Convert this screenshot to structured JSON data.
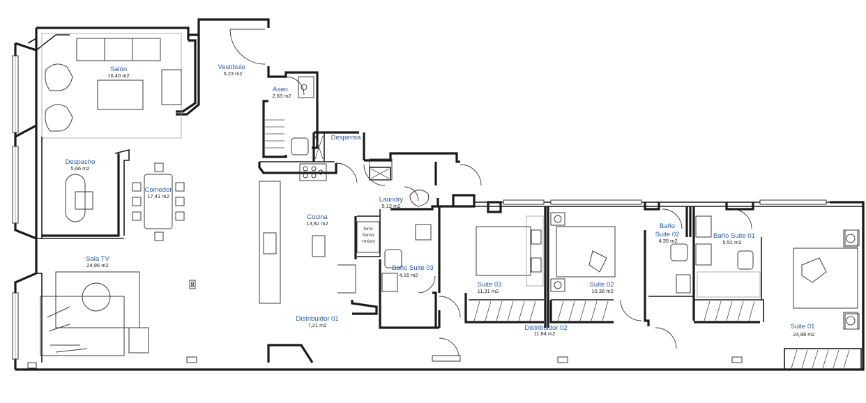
{
  "rooms": {
    "salon": {
      "name": "Salón",
      "area": "16,40 m2"
    },
    "vestibulo": {
      "name": "Vestíbulo",
      "area": "5,23 m2"
    },
    "aseo": {
      "name": "Aseo",
      "area": "2,63 m2"
    },
    "despensa": {
      "name": "Despensa"
    },
    "despacho": {
      "name": "Despacho",
      "area": "5,66 m2"
    },
    "comedor": {
      "name": "Comedor",
      "area": "17,41 m2"
    },
    "cocina": {
      "name": "Cocina",
      "area": "13,82 m2"
    },
    "laundry": {
      "name": "Laundry",
      "area": "5,12 m2"
    },
    "sala_tv": {
      "name": "Sala TV",
      "area": "24,96 m2"
    },
    "bano_suite_03": {
      "name": "Baño Suite 03",
      "area": "4,16 m2"
    },
    "suite_03": {
      "name": "Suite 03",
      "area": "11,31 m2"
    },
    "suite_02": {
      "name": "Suite 02",
      "area": "10,38 m2"
    },
    "bano_suite_02": {
      "name_line1": "Baño",
      "name_line2": "Suite 02",
      "area": "4,35 m2"
    },
    "bano_suite_01": {
      "name": "Baño Suite 01",
      "area": "5,51 m2"
    },
    "suite_01": {
      "name": "Suite 01",
      "area": "24,88 m2"
    },
    "distribuidor_01": {
      "name": "Distribuidor 01",
      "area": "7,21 m2"
    },
    "distribuidor_02": {
      "name": "Distribuidor 02",
      "area": "11,84 m2"
    }
  },
  "appliance_note": {
    "line1": "torre",
    "line2": "horno",
    "line3": "+micro"
  }
}
